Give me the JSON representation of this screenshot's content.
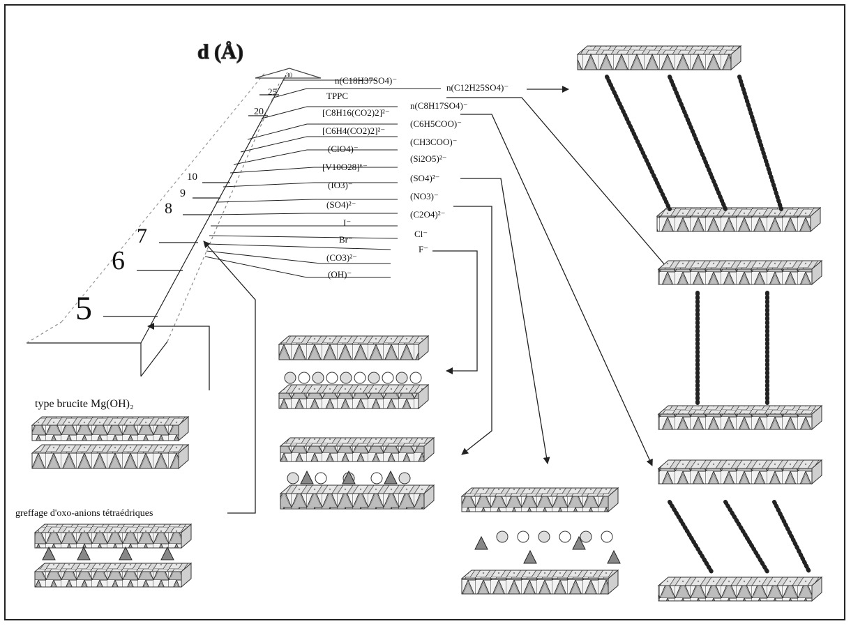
{
  "axis": {
    "title": "d (Å)",
    "ticks": [
      "5",
      "6",
      "7",
      "8",
      "9",
      "10",
      "20",
      "25",
      "30"
    ]
  },
  "anions_left": [
    "n(C18H37SO4)⁻",
    "TPPC",
    "[C8H16(CO2)2]²⁻",
    "[C6H4(CO2)2]²⁻",
    "(ClO4)⁻",
    "[V10O28]⁶⁻",
    "(IO3)⁻",
    "(SO4)²⁻",
    "I⁻",
    "Br⁻",
    "(CO3)²⁻",
    "(OH)⁻"
  ],
  "anions_right": [
    "n(C12H25SO4)⁻",
    "n(C8H17SO4)⁻",
    "(C6H5COO)⁻",
    "(CH3COO)⁻",
    "(Si2O5)²⁻",
    "(SO4)²⁻",
    "(NO3)⁻",
    "(C2O4)²⁻",
    "Cl⁻",
    "F⁻"
  ],
  "captions": {
    "brucite": "type brucite Mg(OH)₂",
    "grafting": "greffage d'oxo-anions tétraédriques"
  }
}
